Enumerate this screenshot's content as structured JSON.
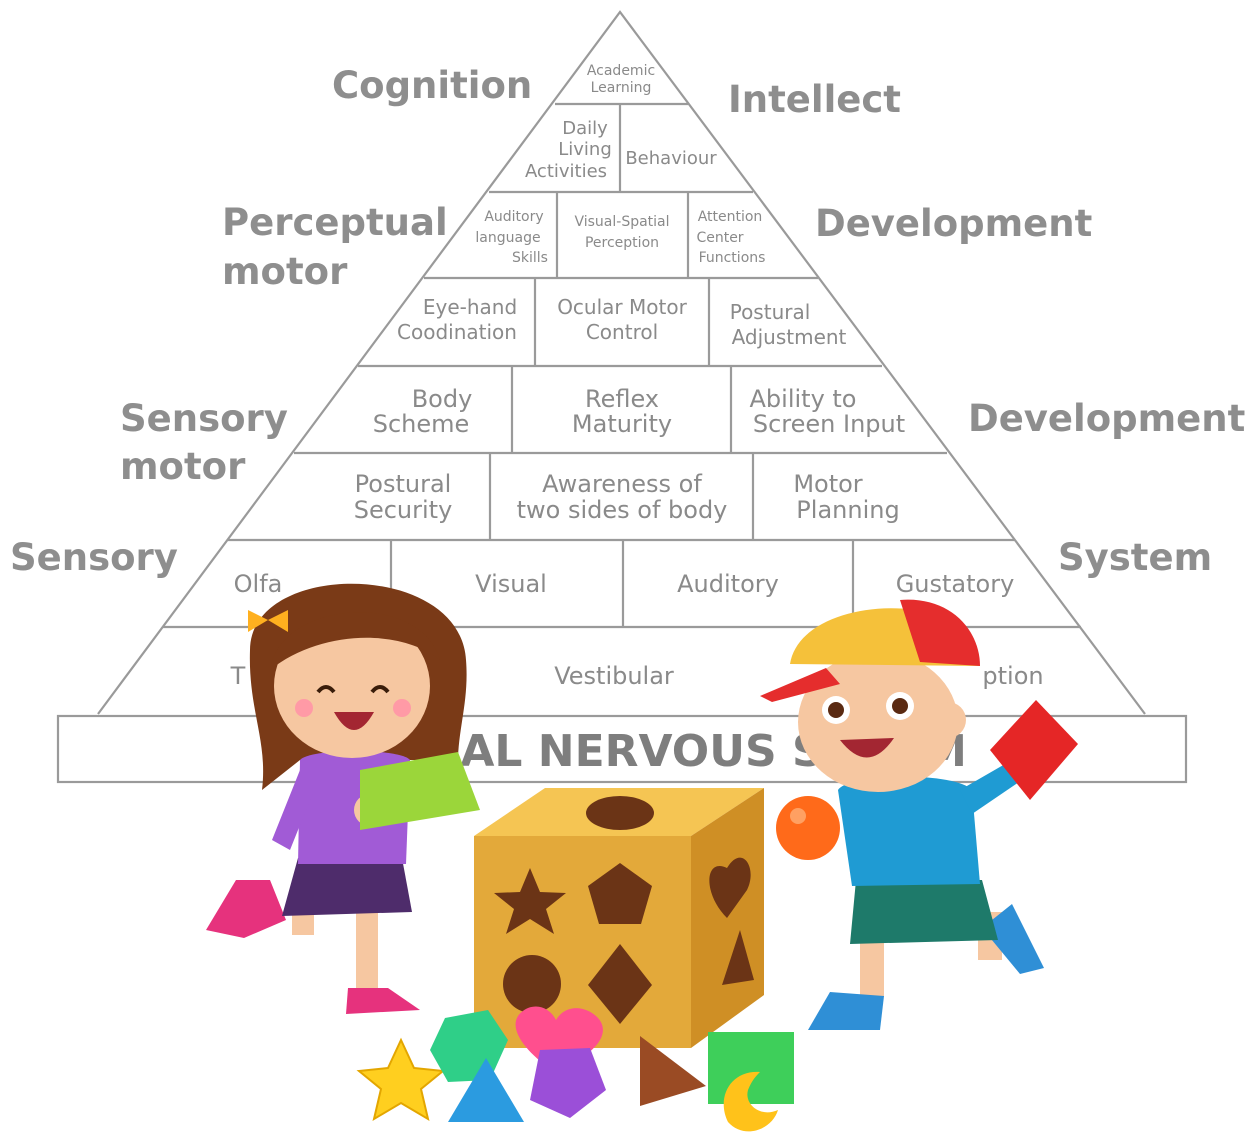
{
  "pyramid": {
    "side_labels": {
      "cognition": "Cognition",
      "intellect": "Intellect",
      "perceptual_motor": [
        "Perceptual",
        "motor"
      ],
      "development_upper": "Development",
      "sensory_motor": [
        "Sensory",
        "motor"
      ],
      "development_lower": "Development",
      "sensory": "Sensory",
      "system": "System"
    },
    "rows": {
      "academic": [
        "Academic",
        "Learning"
      ],
      "daily_living": [
        "Daily",
        "Living",
        "Activities"
      ],
      "behaviour": "Behaviour",
      "auditory_language": [
        "Auditory",
        "language",
        "Skills"
      ],
      "visual_spatial": [
        "Visual-Spatial",
        "Perception"
      ],
      "attention": [
        "Attention",
        "Center",
        "Functions"
      ],
      "eye_hand": [
        "Eye-hand",
        "Coodination"
      ],
      "ocular_motor": [
        "Ocular Motor",
        "Control"
      ],
      "postural_adjustment": [
        "Postural",
        "Adjustment"
      ],
      "body_scheme": [
        "Body",
        "Scheme"
      ],
      "reflex": [
        "Reflex",
        "Maturity"
      ],
      "screen_input": [
        "Ability to",
        "Screen Input"
      ],
      "postural_security": [
        "Postural",
        "Security"
      ],
      "awareness": [
        "Awareness of",
        "two sides of body"
      ],
      "motor_planning": [
        "Motor",
        "Planning"
      ],
      "olfactory": "Olfa",
      "visual": "Visual",
      "auditory": "Auditory",
      "gustatory": "Gustatory",
      "tactile": "T",
      "vestibular": "Vestibular",
      "proprioception": "ption"
    },
    "base_label": "AL NERVOUS S",
    "base_label_tail": "M"
  },
  "colors": {
    "line": "#9a9a9a",
    "text": "#8a8a8a",
    "girl_shirt": "#a15bd6",
    "boy_shirt": "#1f9bd3",
    "box": "#e3a93a"
  },
  "icons": [
    "girl-illustration",
    "boy-illustration",
    "shape-sorter-box",
    "star-toy",
    "heart-toy",
    "ball-toy"
  ]
}
